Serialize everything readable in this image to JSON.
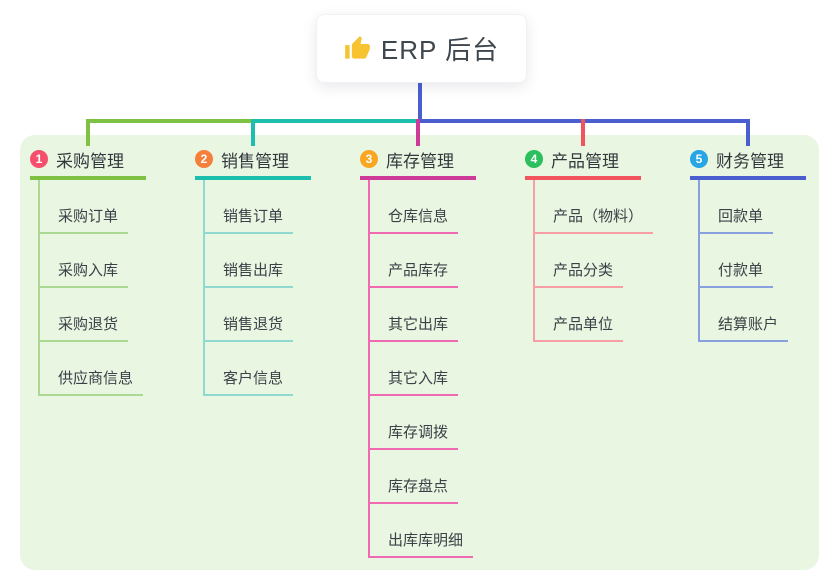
{
  "root": {
    "label": "ERP 后台",
    "icon": "thumbs-up-icon",
    "icon_color": "#f7c331",
    "connector_color": "#4a5ed0"
  },
  "panel": {
    "background": "#e9f6e2"
  },
  "bus": {
    "segments": [
      {
        "name": "left",
        "color": "#7fc243"
      },
      {
        "name": "middle",
        "color": "#1cbfad"
      },
      {
        "name": "right",
        "color": "#4a5ed0"
      }
    ]
  },
  "branches": [
    {
      "badge": "1",
      "badge_color": "#f4506b",
      "label": "采购管理",
      "line_color": "#7fc243",
      "child_line_color": "#abd993",
      "children": [
        {
          "label": "采购订单"
        },
        {
          "label": "采购入库"
        },
        {
          "label": "采购退货"
        },
        {
          "label": "供应商信息"
        }
      ]
    },
    {
      "badge": "2",
      "badge_color": "#f67f3b",
      "label": "销售管理",
      "line_color": "#1cbfad",
      "child_line_color": "#8fdacf",
      "children": [
        {
          "label": "销售订单"
        },
        {
          "label": "销售出库"
        },
        {
          "label": "销售退货"
        },
        {
          "label": "客户信息"
        }
      ]
    },
    {
      "badge": "3",
      "badge_color": "#f9a722",
      "label": "库存管理",
      "line_color": "#cd3a98",
      "child_line_color": "#f06ab3",
      "children": [
        {
          "label": "仓库信息"
        },
        {
          "label": "产品库存"
        },
        {
          "label": "其它出库"
        },
        {
          "label": "其它入库"
        },
        {
          "label": "库存调拨"
        },
        {
          "label": "库存盘点"
        },
        {
          "label": "出库库明细"
        }
      ]
    },
    {
      "badge": "4",
      "badge_color": "#2bbf5e",
      "label": "产品管理",
      "line_color": "#f2535f",
      "child_line_color": "#f89fa5",
      "children": [
        {
          "label": "产品（物料）"
        },
        {
          "label": "产品分类"
        },
        {
          "label": "产品单位"
        }
      ]
    },
    {
      "badge": "5",
      "badge_color": "#27a5e5",
      "label": "财务管理",
      "line_color": "#4a5ed0",
      "child_line_color": "#89a0de",
      "children": [
        {
          "label": "回款单"
        },
        {
          "label": "付款单"
        },
        {
          "label": "结算账户"
        }
      ]
    }
  ]
}
